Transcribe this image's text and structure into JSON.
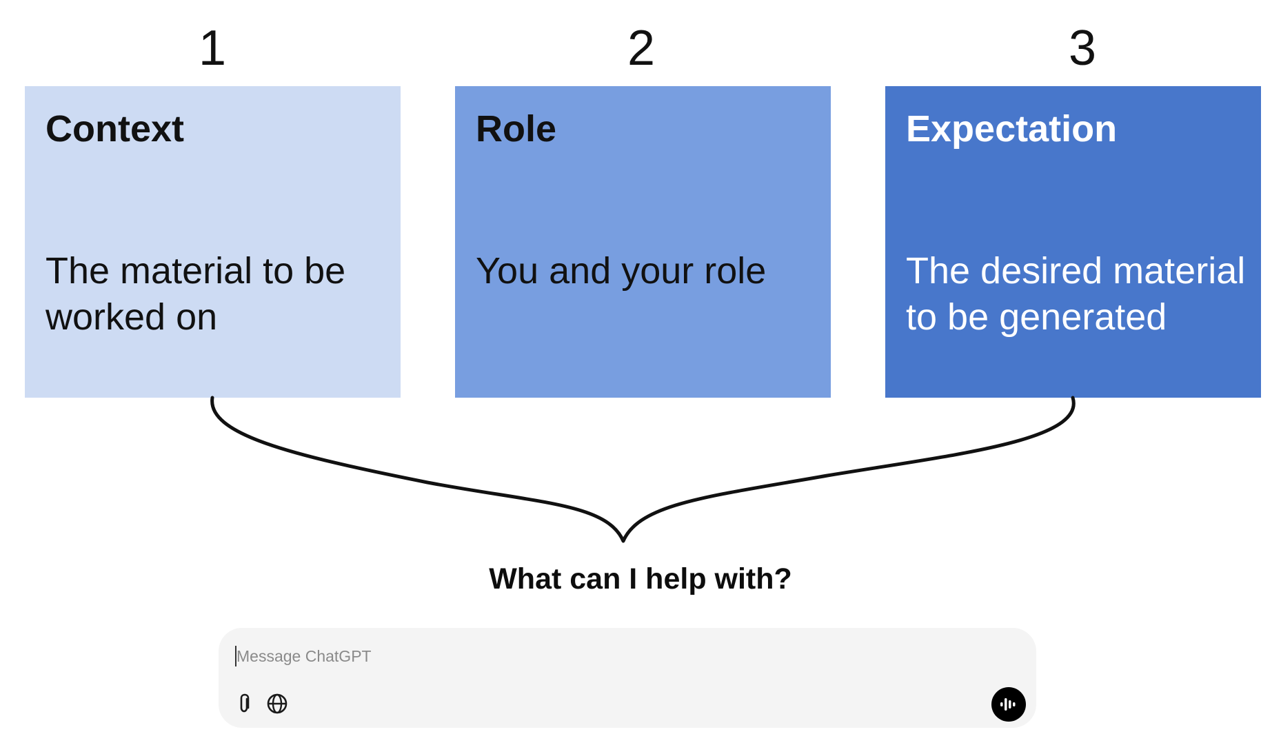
{
  "steps": [
    {
      "number": "1",
      "title": "Context",
      "description": "The material to be worked on",
      "bg_color": "#cddbf3",
      "text_color": "#111111"
    },
    {
      "number": "2",
      "title": "Role",
      "description": "You and your role",
      "bg_color": "#789ee0",
      "text_color": "#111111"
    },
    {
      "number": "3",
      "title": "Expectation",
      "description": "The desired material to be generated",
      "bg_color": "#4877cb",
      "text_color": "#ffffff"
    }
  ],
  "prompt": {
    "heading": "What can I help with?",
    "input_placeholder": "Message ChatGPT",
    "attach_icon": "paperclip-icon",
    "search_icon": "globe-icon",
    "voice_icon": "voice-waveform-icon"
  },
  "colors": {
    "connector": "#111111",
    "composer_bg": "#f4f4f4",
    "voice_button": "#000000"
  }
}
